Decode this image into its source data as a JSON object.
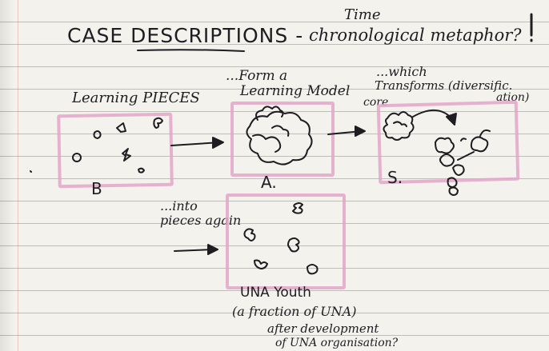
{
  "header": {
    "title_main": "CASE DESCRIPTIONS -",
    "title_note_top": "Time",
    "title_note": "chronological metaphor?"
  },
  "stages": [
    {
      "caption": "Learning PIECES",
      "label": "B"
    },
    {
      "caption_line1": "...Form a",
      "caption_line2": "Learning Model",
      "label": "A."
    },
    {
      "caption_line1": "...which",
      "caption_line2": "Transforms (diversific.",
      "caption_line3": "ation)",
      "core_label": "core",
      "label": "S."
    },
    {
      "caption_line1": "...into",
      "caption_line2": "pieces again",
      "label": "UNA Youth"
    }
  ],
  "footnote": {
    "line1": "(a fraction of UNA)",
    "line2": "after development",
    "line3": "of UNA organisation?"
  },
  "colors": {
    "ink": "#1d1d22",
    "highlighter": "#e3a6c9",
    "paper": "#f3f1ea",
    "rule_line": "#b9bdc6"
  }
}
